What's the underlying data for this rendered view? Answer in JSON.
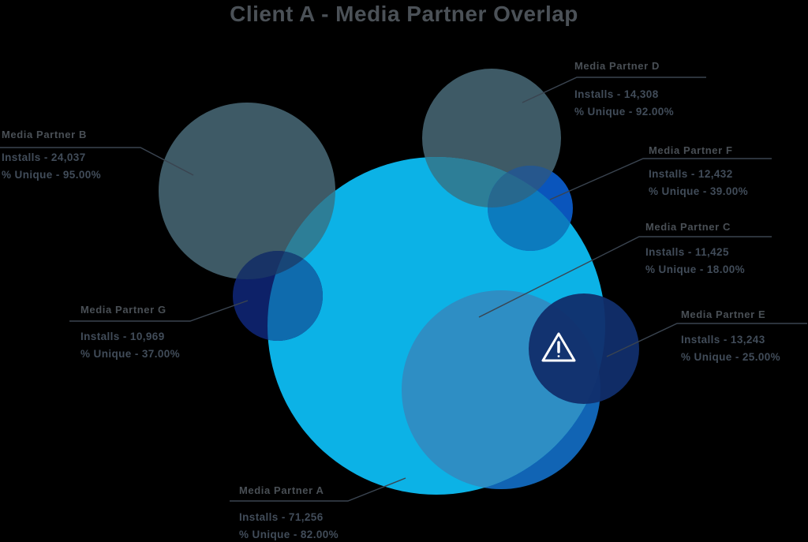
{
  "title": "Client A - Media Partner Overlap",
  "partners": {
    "a": {
      "name": "Media Partner A",
      "installs_line": "Installs - 71,256",
      "unique_line": "% Unique - 82.00%"
    },
    "b": {
      "name": "Media Partner B",
      "installs_line": "Installs - 24,037",
      "unique_line": "% Unique - 95.00%"
    },
    "c": {
      "name": "Media Partner C",
      "installs_line": "Installs - 11,425",
      "unique_line": "% Unique - 18.00%"
    },
    "d": {
      "name": "Media Partner D",
      "installs_line": "Installs - 14,308",
      "unique_line": "% Unique - 92.00%"
    },
    "e": {
      "name": "Media Partner E",
      "installs_line": "Installs - 13,243",
      "unique_line": "% Unique - 25.00%"
    },
    "f": {
      "name": "Media Partner F",
      "installs_line": "Installs - 12,432",
      "unique_line": "% Unique - 39.00%"
    },
    "g": {
      "name": "Media Partner G",
      "installs_line": "Installs - 10,969",
      "unique_line": "% Unique - 37.00%"
    }
  },
  "chart_data": {
    "type": "venn-bubble",
    "title": "Client A - Media Partner Overlap",
    "series": [
      {
        "name": "Media Partner A",
        "installs": 71256,
        "unique_pct": 82.0
      },
      {
        "name": "Media Partner B",
        "installs": 24037,
        "unique_pct": 95.0
      },
      {
        "name": "Media Partner C",
        "installs": 11425,
        "unique_pct": 18.0
      },
      {
        "name": "Media Partner D",
        "installs": 14308,
        "unique_pct": 92.0
      },
      {
        "name": "Media Partner E",
        "installs": 13243,
        "unique_pct": 25.0
      },
      {
        "name": "Media Partner F",
        "installs": 12432,
        "unique_pct": 39.0
      },
      {
        "name": "Media Partner G",
        "installs": 10969,
        "unique_pct": 37.0
      }
    ],
    "legend": "none",
    "annotations": [
      "warning icon inside Media Partner E circle"
    ]
  },
  "colors": {
    "background": "#000000",
    "circle_a_cyan": "#0CB2E6",
    "circle_slate": "#3E5A66",
    "overlap_teal": "#2D7E97",
    "circle_c_outer_blue": "#1164B4",
    "overlap_c": "#2E8EC4",
    "circle_g_navy": "#0D2168",
    "overlap_g": "#0F6BAD",
    "circle_f_blue": "#0A55BC",
    "overlap_f": "#0C7BBE",
    "circle_e_navy": "#112E6B",
    "leader_line": "#3A4450",
    "title_text": "#4B5157",
    "label_text": "#47505A",
    "warning_icon": "#FFFFFF"
  },
  "icons": {
    "warning": "warning-triangle-icon"
  }
}
